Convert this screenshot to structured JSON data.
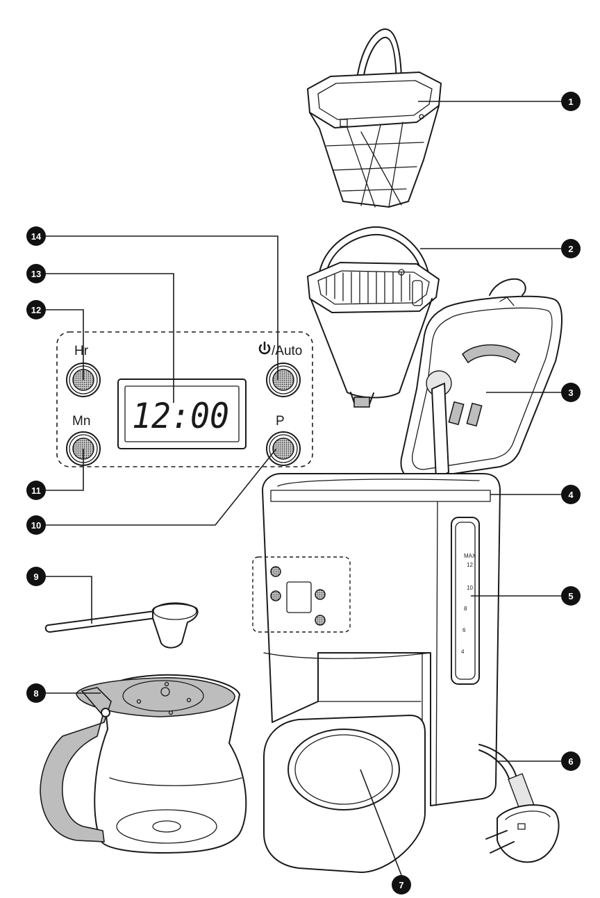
{
  "callouts": [
    "1",
    "2",
    "3",
    "4",
    "5",
    "6",
    "7",
    "8",
    "9",
    "10",
    "11",
    "12",
    "13",
    "14"
  ],
  "panel": {
    "hr_label": "Hr",
    "mn_label": "Mn",
    "auto_label": "/Auto",
    "p_label": "P",
    "display": "12:00"
  },
  "water_scale": [
    "MAX",
    "12",
    "10",
    "8",
    "6",
    "4"
  ],
  "icons": {
    "power": "power-icon"
  }
}
